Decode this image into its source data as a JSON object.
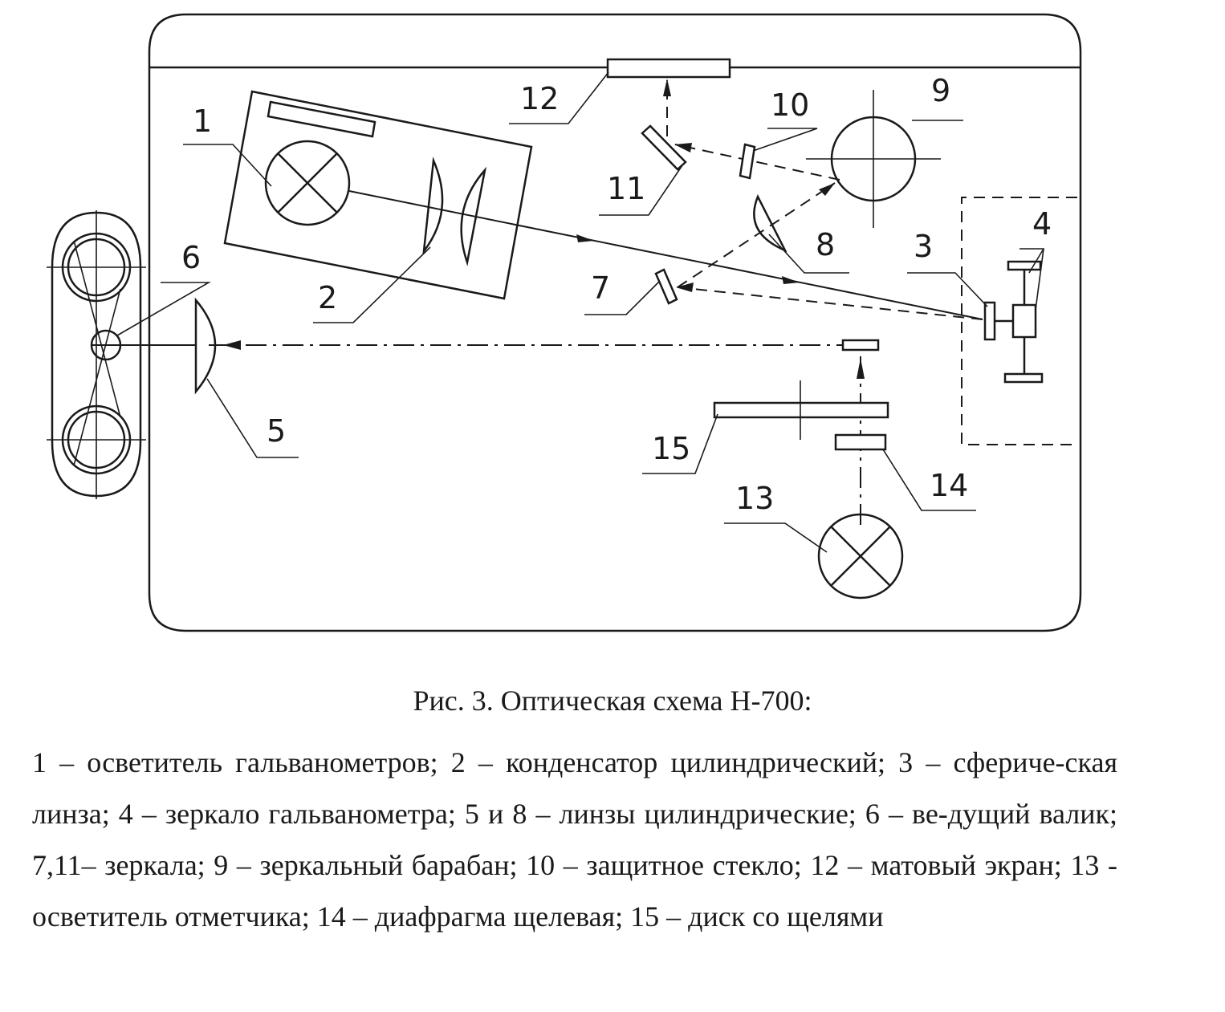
{
  "figure": {
    "caption": "Рис. 3. Оптическая схема Н-700:",
    "legend": "1 – осветитель гальванометров; 2 – конденсатор цилиндрический; 3 – сфериче-ская линза; 4 – зеркало гальванометра; 5 и 8 – линзы цилиндрические; 6 – ве-дущий валик; 7,11– зеркала; 9 – зеркальный барабан; 10 – защитное стекло; 12 – матовый экран; 13 - осветитель отметчика; 14 – диафрагма щелевая; 15 – диск со щелями"
  },
  "diagram": {
    "labels": {
      "l1": "1",
      "l2": "2",
      "l3": "3",
      "l4": "4",
      "l5": "5",
      "l6": "6",
      "l7": "7",
      "l8": "8",
      "l9": "9",
      "l10": "10",
      "l11": "11",
      "l12": "12",
      "l13": "13",
      "l14": "14",
      "l15": "15"
    }
  }
}
